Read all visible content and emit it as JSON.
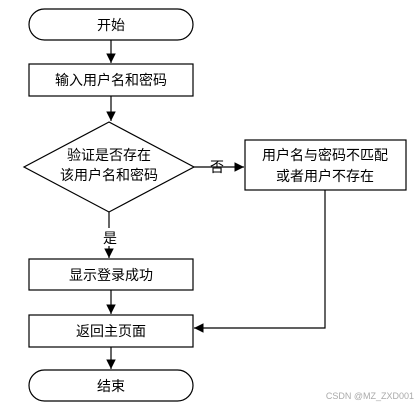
{
  "nodes": {
    "start": "开始",
    "input": "输入用户名和密码",
    "verify_line1": "验证是否存在",
    "verify_line2": "该用户名和密码",
    "error_line1": "用户名与密码不匹配",
    "error_line2": "或者用户不存在",
    "success": "显示登录成功",
    "return": "返回主页面",
    "end": "结束"
  },
  "edges": {
    "yes": "是",
    "no": "否"
  },
  "watermark": "CSDN @MZ_ZXD001"
}
